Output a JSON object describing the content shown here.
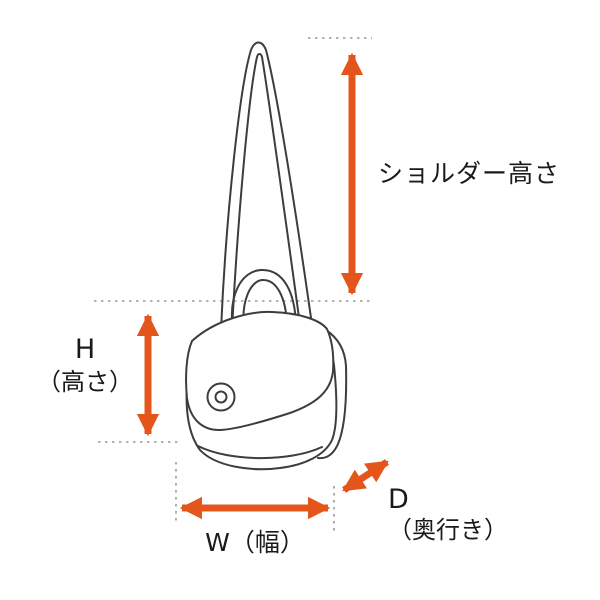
{
  "diagram": {
    "subject": "handbag-dimension-diagram",
    "labels": {
      "shoulder_height": "ショルダー高さ",
      "height_letter": "H",
      "height_sub": "（高さ）",
      "width": "W（幅）",
      "depth_letter": "D",
      "depth_sub": "（奥行き）"
    },
    "colors": {
      "arrow": "#E4551B",
      "line_art": "#3d3d3d",
      "dotted_guide": "#999999",
      "text": "#1a1a1a",
      "background": "#ffffff"
    },
    "icons": {
      "bag": "handbag-line-art-icon",
      "shoulder_arrow": "vertical-double-arrow-icon",
      "height_arrow": "vertical-double-arrow-icon",
      "width_arrow": "horizontal-double-arrow-icon",
      "depth_arrow": "diagonal-double-arrow-icon"
    }
  }
}
